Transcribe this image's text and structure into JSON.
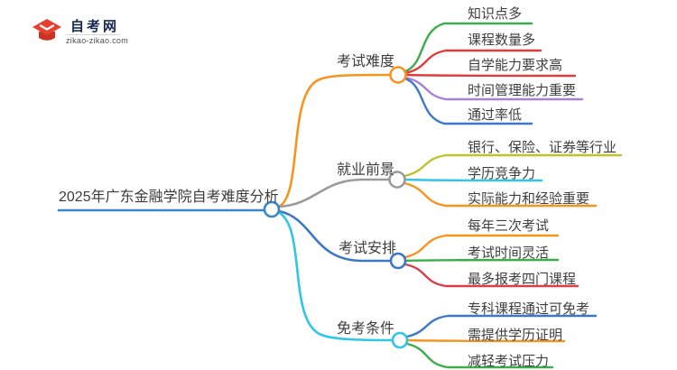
{
  "logo": {
    "title": "自考网",
    "domain": "zikao-zikao.com",
    "colors": {
      "crescent": "#2470b5",
      "cap": "#e8402e",
      "cap_dark": "#c93325",
      "title": "#16294c"
    }
  },
  "mindmap": {
    "root": {
      "label": "2025年广东金融学院自考难度分析",
      "color": "#3a87c8"
    },
    "branches": [
      {
        "label": "考试难度",
        "color": "#f7941e",
        "children": [
          {
            "label": "知识点多",
            "color": "#3bae4b"
          },
          {
            "label": "课程数量多",
            "color": "#e23b3b"
          },
          {
            "label": "自学能力要求高",
            "color": "#e23b3b"
          },
          {
            "label": "时间管理能力重要",
            "color": "#a981d8"
          },
          {
            "label": "通过率低",
            "color": "#3b78c8"
          }
        ]
      },
      {
        "label": "就业前景",
        "color": "#9a9a9a",
        "children": [
          {
            "label": "银行、保险、证券等行业",
            "color": "#bcc32c"
          },
          {
            "label": "学历竞争力",
            "color": "#30c6e8"
          },
          {
            "label": "实际能力和经验重要",
            "color": "#f7941e"
          }
        ]
      },
      {
        "label": "考试安排",
        "color": "#3b78c8",
        "children": [
          {
            "label": "每年三次考试",
            "color": "#f7941e"
          },
          {
            "label": "考试时间灵活",
            "color": "#3bae4b"
          },
          {
            "label": "最多报考四门课程",
            "color": "#d8404c"
          }
        ]
      },
      {
        "label": "免考条件",
        "color": "#30c6e8",
        "children": [
          {
            "label": "专科课程通过可免考",
            "color": "#3b78c8"
          },
          {
            "label": "需提供学历证明",
            "color": "#f7941e"
          },
          {
            "label": "减轻考试压力",
            "color": "#3bae4b"
          }
        ]
      }
    ]
  }
}
